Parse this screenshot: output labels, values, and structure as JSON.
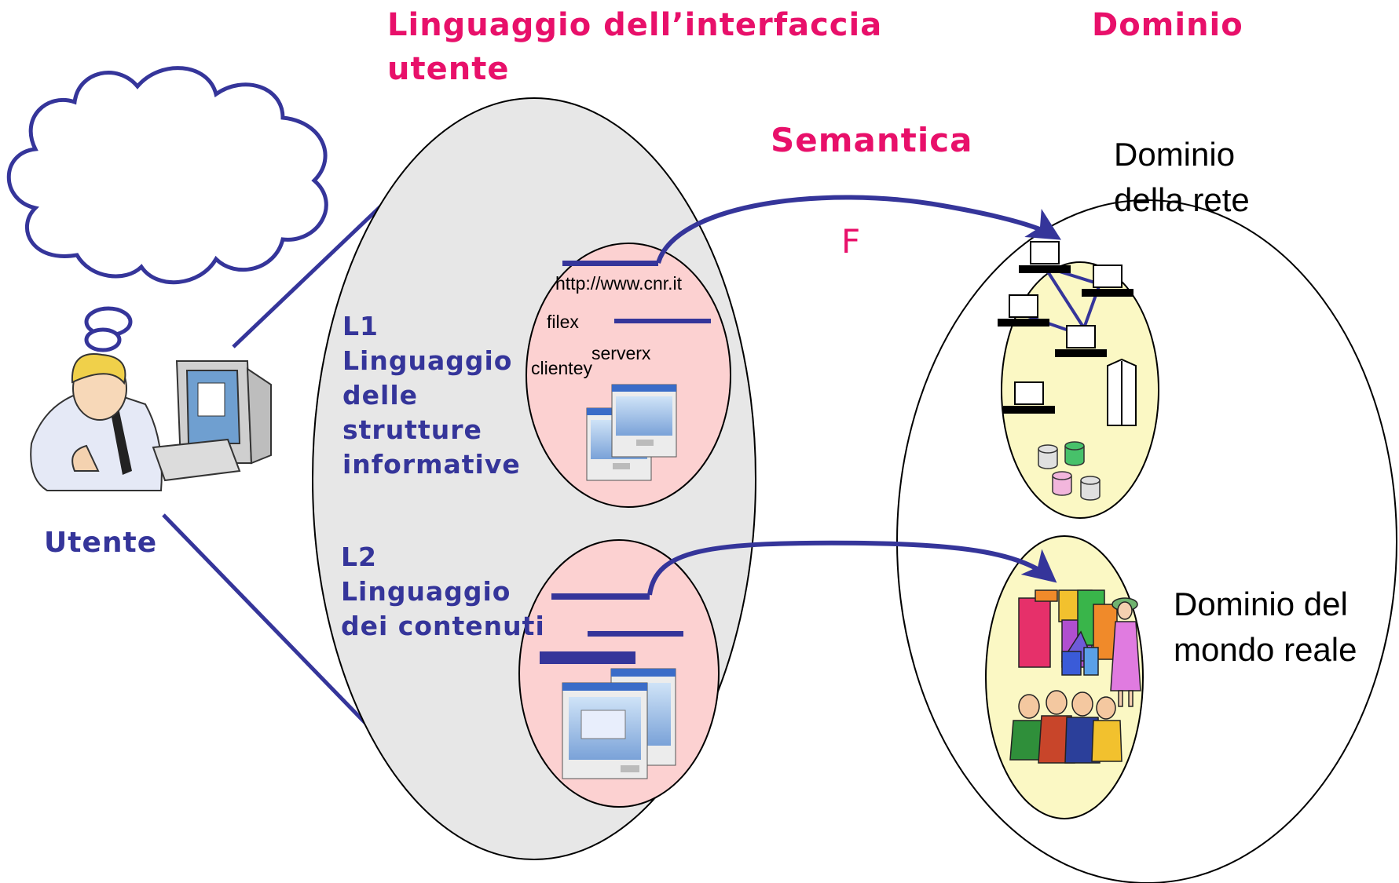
{
  "headings": {
    "interface_language": "Linguaggio dell’interfaccia utente",
    "domain": "Dominio",
    "semantics": "Semantica",
    "function_label": "F"
  },
  "user": {
    "label": "Utente"
  },
  "languages": {
    "l1": "L1 Linguaggio delle strutture informative",
    "l2": "L2 Linguaggio dei contenuti"
  },
  "l1_tokens": {
    "url": "http://www.cnr.it",
    "file": "filex",
    "server": "serverx",
    "client": "clientey"
  },
  "domains": {
    "network": "Dominio della rete",
    "real_world": "Dominio del mondo reale"
  },
  "colors": {
    "heading": "#e8106a",
    "language_text": "#35359a",
    "arrow": "#35359a",
    "outer_language_ellipse": "#e7e7e7",
    "sub_language_ellipse": "#fcd1d1",
    "domain_subset": "#fbf8c4"
  }
}
